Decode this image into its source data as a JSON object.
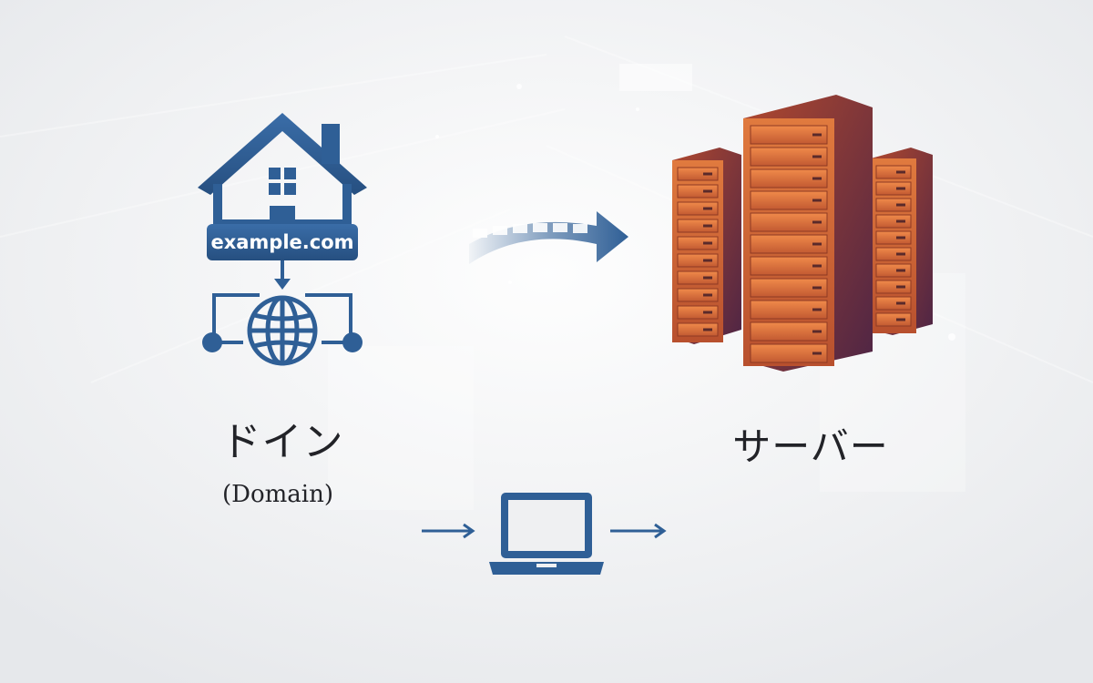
{
  "domain_block": {
    "url": "example.com",
    "title": "ドイン",
    "subtitle": "(Domain)"
  },
  "server_block": {
    "title": "サーバー"
  },
  "colors": {
    "background": "#eff0f2",
    "domain_blue": "#2f5f96",
    "server_orange": "#d86a3a",
    "server_purple": "#5b2a4a",
    "text": "#222328"
  },
  "icons": [
    "house-icon",
    "globe-icon",
    "server-rack-icon",
    "laptop-icon",
    "arrow-right-icon"
  ]
}
